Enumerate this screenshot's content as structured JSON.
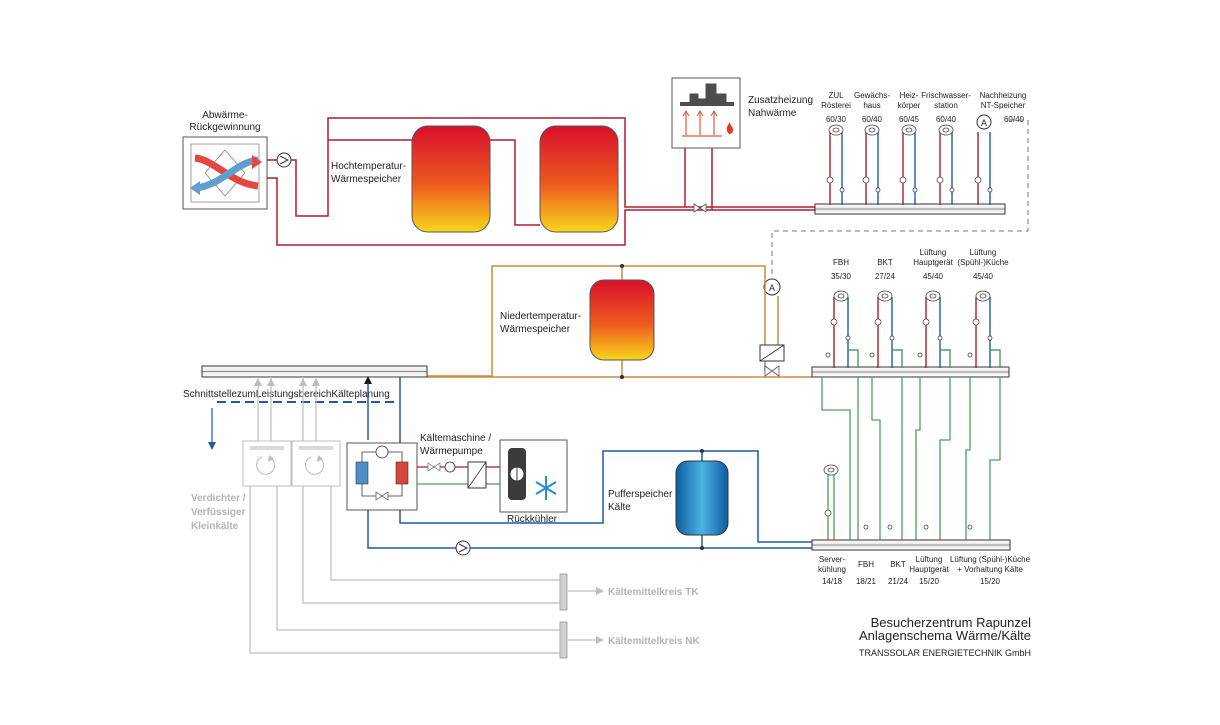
{
  "colors": {
    "hot": "#b01c2e",
    "return_blue": "#1f5aa6",
    "nt": "#d08a3c",
    "green": "#4f9e5e",
    "grey": "#bdbdbd",
    "dark": "#333333"
  },
  "labels": {
    "abwaerme1": "Abwärme-",
    "abwaerme2": "Rückgewinnung",
    "ht1": "Hochtemperatur-",
    "ht2": "Wärmespeicher",
    "zus1": "Zusatzheizung",
    "zus2": "Nahwärme",
    "nt1": "Niedertemperatur-",
    "nt2": "Wärmespeicher",
    "schnitt": "SchnittstellezumLeistungsbereichKälteplanung",
    "km1": "Kältemaschine /",
    "km2": "Wärmepumpe",
    "rueck": "Rückkühler",
    "puf1": "Pufferspeicher",
    "puf2": "Kälte",
    "verd1": "Verdichter /",
    "verd2": "Verfüssiger",
    "verd3": "Kleinkälte",
    "tk": "Kältemittelkreis TK",
    "nk": "Kältemittelkreis NK",
    "title1": "Besucherzentrum Rapunzel",
    "title2": "Anlagenschema Wärme/Kälte",
    "company": "TRANSSOLAR ENERGIETECHNIK GmbH",
    "A": "A"
  },
  "top_consumers": [
    {
      "l1": "ZUL",
      "l2": "Rösterei",
      "t": "60/30"
    },
    {
      "l1": "Gewächs-",
      "l2": "haus",
      "t": "60/40"
    },
    {
      "l1": "Heiz-",
      "l2": "körper",
      "t": "60/45"
    },
    {
      "l1": "Frischwasser-",
      "l2": "station",
      "t": "60/40"
    },
    {
      "l1": "Nachheizung",
      "l2": "NT-Speicher",
      "t": "60/40"
    }
  ],
  "mid_consumers": [
    {
      "l1": "FBH",
      "l2": "",
      "t": "35/30"
    },
    {
      "l1": "BKT",
      "l2": "",
      "t": "27/24"
    },
    {
      "l1": "Lüftung",
      "l2": "Hauptgerät",
      "t": "45/40"
    },
    {
      "l1": "Lüftung",
      "l2": "(Spühl-)Küche",
      "t": "45/40"
    }
  ],
  "cold_consumers": [
    {
      "l1": "Server-",
      "l2": "kühlung",
      "t": "14/18"
    },
    {
      "l1": "FBH",
      "l2": "",
      "t": "18/21"
    },
    {
      "l1": "BKT",
      "l2": "",
      "t": "21/24"
    },
    {
      "l1": "Lüftung",
      "l2": "Hauptgerät",
      "t": "15/20"
    },
    {
      "l1": "Lüftung (Spühl-)Küche",
      "l2": "+ Vorhaltung Kälte",
      "t": "15/20"
    }
  ]
}
